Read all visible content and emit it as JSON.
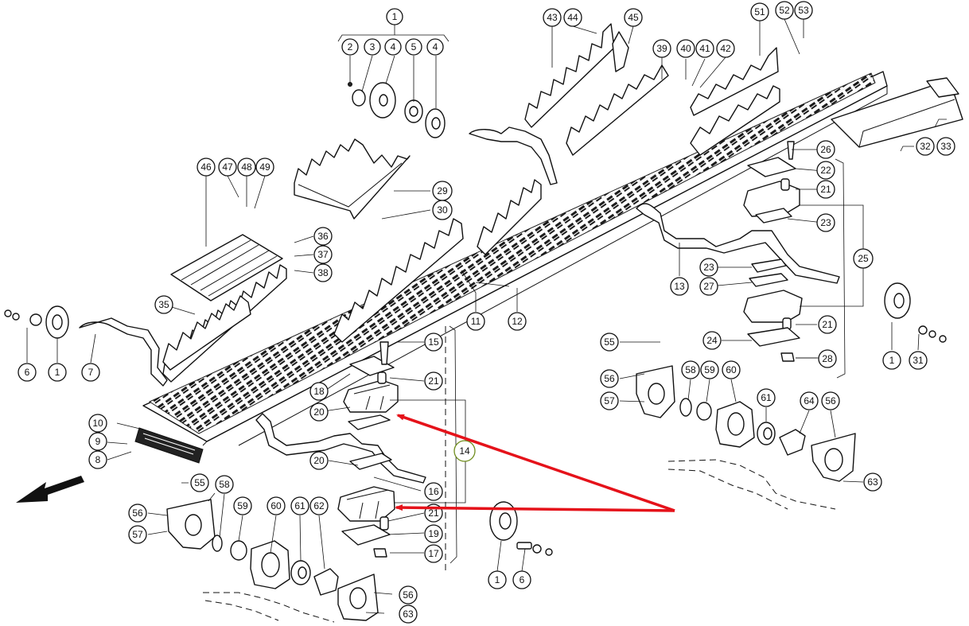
{
  "highlight_color": "#8fb13a",
  "arrow_color": "#e5121a",
  "callouts": [
    {
      "id": "c1-top",
      "label": "1"
    },
    {
      "id": "c2",
      "label": "2"
    },
    {
      "id": "c3",
      "label": "3"
    },
    {
      "id": "c4a",
      "label": "4"
    },
    {
      "id": "c5",
      "label": "5"
    },
    {
      "id": "c4b",
      "label": "4"
    },
    {
      "id": "c43",
      "label": "43"
    },
    {
      "id": "c44",
      "label": "44"
    },
    {
      "id": "c45",
      "label": "45"
    },
    {
      "id": "c51",
      "label": "51"
    },
    {
      "id": "c52",
      "label": "52"
    },
    {
      "id": "c53",
      "label": "53"
    },
    {
      "id": "c39",
      "label": "39"
    },
    {
      "id": "c40",
      "label": "40"
    },
    {
      "id": "c41",
      "label": "41"
    },
    {
      "id": "c42",
      "label": "42"
    },
    {
      "id": "c46",
      "label": "46"
    },
    {
      "id": "c47",
      "label": "47"
    },
    {
      "id": "c48",
      "label": "48"
    },
    {
      "id": "c49",
      "label": "49"
    },
    {
      "id": "c29",
      "label": "29"
    },
    {
      "id": "c30",
      "label": "30"
    },
    {
      "id": "c26",
      "label": "26"
    },
    {
      "id": "c22",
      "label": "22"
    },
    {
      "id": "c21a",
      "label": "21"
    },
    {
      "id": "c23a",
      "label": "23"
    },
    {
      "id": "c32",
      "label": "32"
    },
    {
      "id": "c33",
      "label": "33"
    },
    {
      "id": "c36",
      "label": "36"
    },
    {
      "id": "c37",
      "label": "37"
    },
    {
      "id": "c38",
      "label": "38"
    },
    {
      "id": "c25",
      "label": "25"
    },
    {
      "id": "c23b",
      "label": "23"
    },
    {
      "id": "c27",
      "label": "27"
    },
    {
      "id": "c13",
      "label": "13"
    },
    {
      "id": "c35",
      "label": "35"
    },
    {
      "id": "c11",
      "label": "11"
    },
    {
      "id": "c12",
      "label": "12"
    },
    {
      "id": "c21b",
      "label": "21"
    },
    {
      "id": "c1-right",
      "label": "1"
    },
    {
      "id": "c31",
      "label": "31"
    },
    {
      "id": "c6-left",
      "label": "6"
    },
    {
      "id": "c1-left",
      "label": "1"
    },
    {
      "id": "c7",
      "label": "7"
    },
    {
      "id": "c15",
      "label": "15"
    },
    {
      "id": "c21c",
      "label": "21"
    },
    {
      "id": "c18",
      "label": "18"
    },
    {
      "id": "c24",
      "label": "24"
    },
    {
      "id": "c28",
      "label": "28"
    },
    {
      "id": "c55-right",
      "label": "55"
    },
    {
      "id": "c56-right-top",
      "label": "56"
    },
    {
      "id": "c57-right",
      "label": "57"
    },
    {
      "id": "c58-right",
      "label": "58"
    },
    {
      "id": "c59-right",
      "label": "59"
    },
    {
      "id": "c60-right",
      "label": "60"
    },
    {
      "id": "c61-right",
      "label": "61"
    },
    {
      "id": "c64",
      "label": "64"
    },
    {
      "id": "c56-right-bottom",
      "label": "56"
    },
    {
      "id": "c63-right",
      "label": "63"
    },
    {
      "id": "c20a",
      "label": "20"
    },
    {
      "id": "c10",
      "label": "10"
    },
    {
      "id": "c9",
      "label": "9"
    },
    {
      "id": "c8",
      "label": "8"
    },
    {
      "id": "c14",
      "label": "14"
    },
    {
      "id": "c20b",
      "label": "20"
    },
    {
      "id": "c16",
      "label": "16"
    },
    {
      "id": "c55-left",
      "label": "55"
    },
    {
      "id": "c58-left",
      "label": "58"
    },
    {
      "id": "c56-left-top",
      "label": "56"
    },
    {
      "id": "c57-left",
      "label": "57"
    },
    {
      "id": "c59-left",
      "label": "59"
    },
    {
      "id": "c60-left",
      "label": "60"
    },
    {
      "id": "c61-left",
      "label": "61"
    },
    {
      "id": "c62",
      "label": "62"
    },
    {
      "id": "c21d",
      "label": "21"
    },
    {
      "id": "c19",
      "label": "19"
    },
    {
      "id": "c17",
      "label": "17"
    },
    {
      "id": "c1-bottom",
      "label": "1"
    },
    {
      "id": "c6-bottom",
      "label": "6"
    },
    {
      "id": "c56-left-bottom",
      "label": "56"
    },
    {
      "id": "c63-left",
      "label": "63"
    }
  ]
}
